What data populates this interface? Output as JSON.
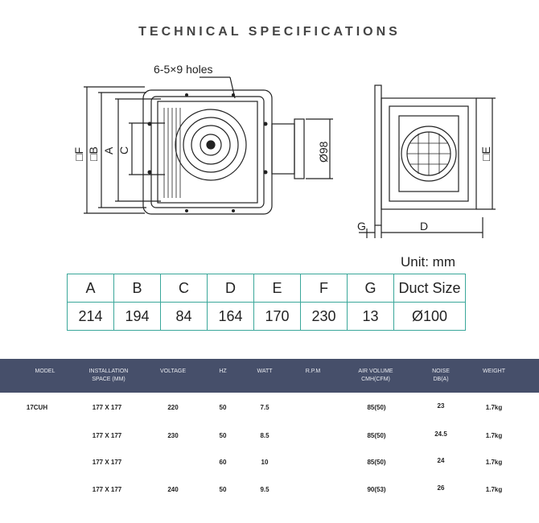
{
  "page": {
    "title": "TECHNICAL SPECIFICATIONS"
  },
  "drawing": {
    "holes_label": "6-5×9 holes",
    "dim_f": "□F",
    "dim_b": "□B",
    "dim_a": "A",
    "dim_c": "C",
    "dim_dia": "Ø98",
    "dim_e": "□E",
    "dim_g": "G",
    "dim_d": "D"
  },
  "dimensions": {
    "unit_label": "Unit: mm",
    "headers": [
      "A",
      "B",
      "C",
      "D",
      "E",
      "F",
      "G",
      "Duct Size"
    ],
    "values": [
      "214",
      "194",
      "84",
      "164",
      "170",
      "230",
      "13",
      "Ø100"
    ]
  },
  "specs": {
    "headers": {
      "model": "MODEL",
      "space_1": "INSTALLATION",
      "space_2": "SPACE (MM)",
      "voltage": "VOLTAGE",
      "hz": "HZ",
      "watt": "WATT",
      "rpm": "R.P.M",
      "air_1": "AIR VOLUME",
      "air_2": "CMH(CFM)",
      "noise_1": "NOISE",
      "noise_2": "dB(A)",
      "weight": "WEIGHT"
    },
    "rows": [
      {
        "model": "17CUH",
        "space": "177 X 177",
        "voltage": "220",
        "hz": "50",
        "watt": "7.5",
        "air": "85(50)",
        "noise": "23",
        "weight": "1.7kg"
      },
      {
        "model": "",
        "space": "177 X 177",
        "voltage": "230",
        "hz": "50",
        "watt": "8.5",
        "air": "85(50)",
        "noise": "24.5",
        "weight": "1.7kg"
      },
      {
        "model": "",
        "space": "177 X 177",
        "voltage": "",
        "hz": "60",
        "watt": "10",
        "air": "85(50)",
        "noise": "24",
        "weight": "1.7kg"
      },
      {
        "model": "",
        "space": "177 X 177",
        "voltage": "240",
        "hz": "50",
        "watt": "9.5",
        "air": "90(53)",
        "noise": "26",
        "weight": "1.7kg"
      }
    ]
  }
}
